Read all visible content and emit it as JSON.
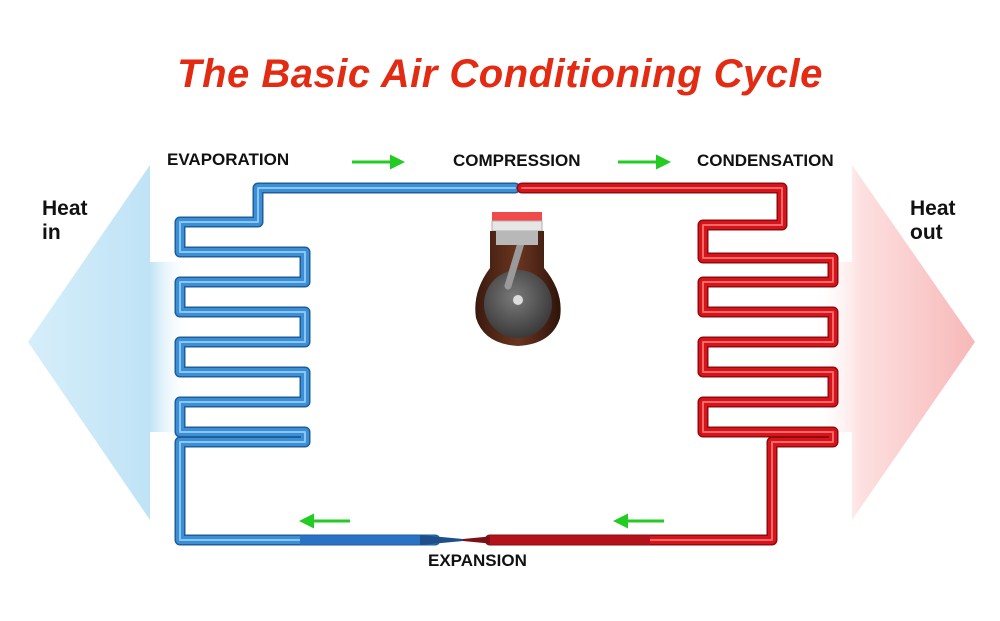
{
  "title": "The Basic Air Conditioning Cycle",
  "stages": {
    "evaporation": "EVAPORATION",
    "compression": "COMPRESSION",
    "condensation": "CONDENSATION",
    "expansion": "EXPANSION"
  },
  "heat_in": {
    "line1": "Heat",
    "line2": "in"
  },
  "heat_out": {
    "line1": "Heat",
    "line2": "out"
  },
  "colors": {
    "title": "#e32a12",
    "cold_pipe": "#3a8fd6",
    "hot_pipe": "#d8141a",
    "arrow": "#22cc22",
    "heat_in_arrow": "#bfe3f6",
    "heat_out_arrow": "#f9c6c6"
  }
}
